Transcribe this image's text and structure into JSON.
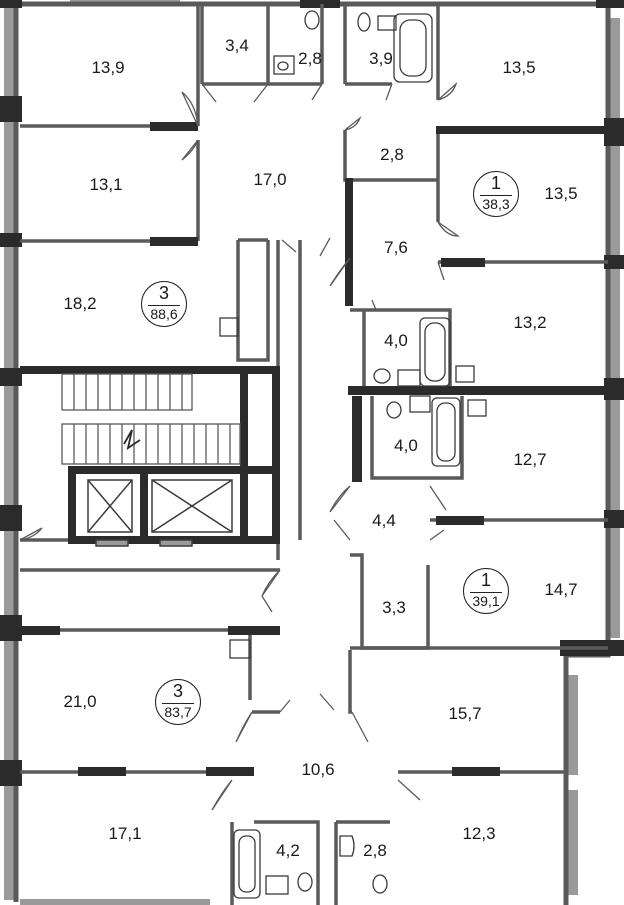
{
  "colors": {
    "wall": "#5a5a5a",
    "wall_heavy": "#2b2b2b",
    "window": "#9a9a9a",
    "background": "#ffffff"
  },
  "rooms": [
    {
      "id": "r1",
      "area": "13,9"
    },
    {
      "id": "r2",
      "area": "3,4"
    },
    {
      "id": "r3",
      "area": "2,8"
    },
    {
      "id": "r4",
      "area": "3,9"
    },
    {
      "id": "r5",
      "area": "13,5"
    },
    {
      "id": "r6",
      "area": "13,1"
    },
    {
      "id": "r7",
      "area": "17,0"
    },
    {
      "id": "r8",
      "area": "2,8"
    },
    {
      "id": "r9",
      "area": "13,5"
    },
    {
      "id": "r10",
      "area": "7,6"
    },
    {
      "id": "r11",
      "area": "18,2"
    },
    {
      "id": "r12",
      "area": "4,0"
    },
    {
      "id": "r13",
      "area": "13,2"
    },
    {
      "id": "r14",
      "area": "4,0"
    },
    {
      "id": "r15",
      "area": "12,7"
    },
    {
      "id": "r16",
      "area": "4,4"
    },
    {
      "id": "r17",
      "area": "3,3"
    },
    {
      "id": "r18",
      "area": "14,7"
    },
    {
      "id": "r19",
      "area": "21,0"
    },
    {
      "id": "r20",
      "area": "15,7"
    },
    {
      "id": "r21",
      "area": "10,6"
    },
    {
      "id": "r22",
      "area": "17,1"
    },
    {
      "id": "r23",
      "area": "4,2"
    },
    {
      "id": "r24",
      "area": "2,8"
    },
    {
      "id": "r25",
      "area": "12,3"
    }
  ],
  "apartments": [
    {
      "id": "a1",
      "rooms": "1",
      "area": "38,3"
    },
    {
      "id": "a2",
      "rooms": "3",
      "area": "88,6"
    },
    {
      "id": "a3",
      "rooms": "1",
      "area": "39,1"
    },
    {
      "id": "a4",
      "rooms": "3",
      "area": "83,7"
    }
  ]
}
